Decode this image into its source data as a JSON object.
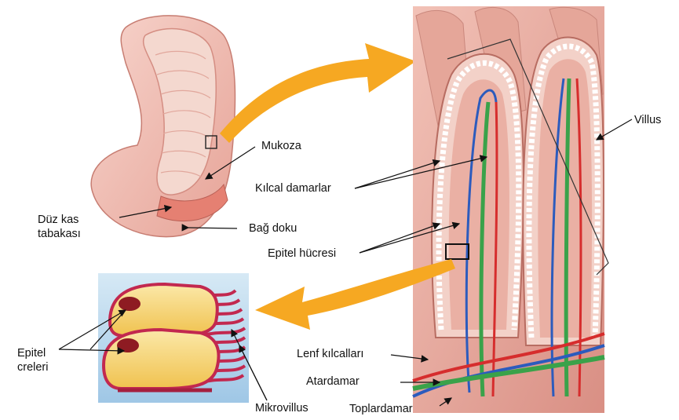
{
  "labels": {
    "mukoza": "Mukoza",
    "kilcal": "Kılcal damarlar",
    "duz_kas": "Düz kas tabakası",
    "duz_kas_l1": "Düz kas",
    "duz_kas_l2": "tabakası",
    "bag_doku": "Bağ doku",
    "epitel_hucresi": "Epitel hücresi",
    "villus": "Villus",
    "epitel_creleri_l1": "Epitel",
    "epitel_creleri_l2": "creleri",
    "mikrovillus": "Mikrovillus",
    "lenf": "Lenf kılcalları",
    "atardamar": "Atardamar",
    "toplardamar": "Toplardamar"
  },
  "colors": {
    "arrow_orange": "#f6a822",
    "tissue_pink": "#e8a79b",
    "artery_red": "#d62d2d",
    "vein_blue": "#2c5bbd",
    "lymph_green": "#3aa24a",
    "cell_yellow": "#f7d77a",
    "microvilli_red": "#c2284f"
  }
}
